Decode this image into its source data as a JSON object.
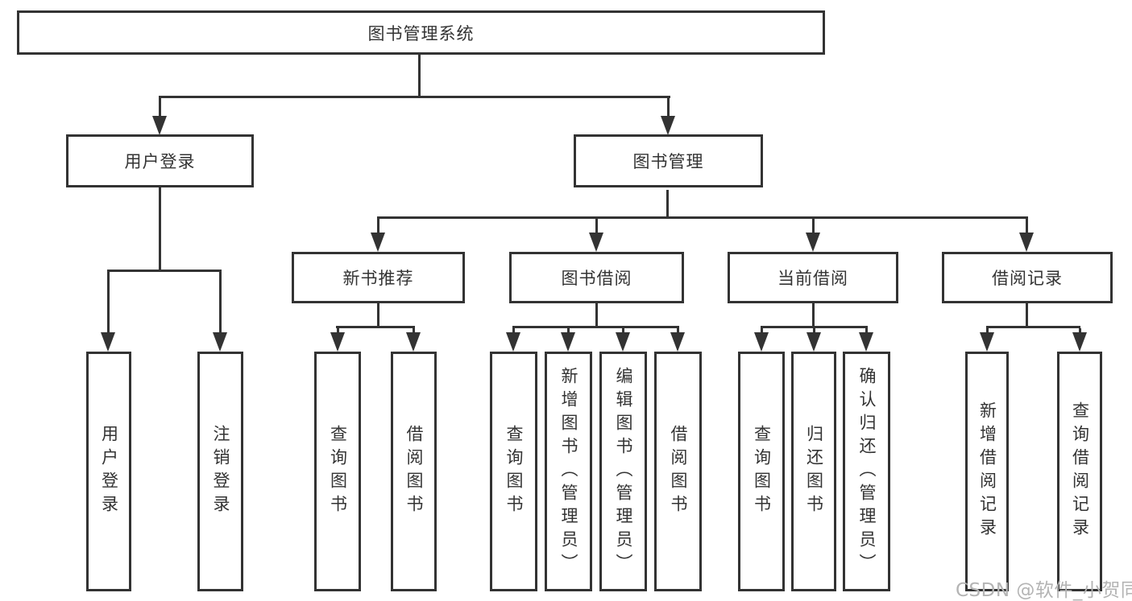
{
  "diagram": {
    "title": "图书管理系统",
    "branches": [
      {
        "label": "用户登录",
        "children": [
          {
            "label": "用户登录"
          },
          {
            "label": "注销登录"
          }
        ]
      },
      {
        "label": "图书管理",
        "children": [
          {
            "label": "新书推荐",
            "children": [
              {
                "label": "查询图书"
              },
              {
                "label": "借阅图书"
              }
            ]
          },
          {
            "label": "图书借阅",
            "children": [
              {
                "label": "查询图书"
              },
              {
                "label": "新增图书（管理员）"
              },
              {
                "label": "编辑图书（管理员）"
              },
              {
                "label": "借阅图书"
              }
            ]
          },
          {
            "label": "当前借阅",
            "children": [
              {
                "label": "查询图书"
              },
              {
                "label": "归还图书"
              },
              {
                "label": "确认归还（管理员）"
              }
            ]
          },
          {
            "label": "借阅记录",
            "children": [
              {
                "label": "新增借阅记录"
              },
              {
                "label": "查询借阅记录"
              }
            ]
          }
        ]
      }
    ],
    "colors": {
      "line": "#333333",
      "text": "#333333",
      "background": "#ffffff",
      "watermark": "#b4b4b4"
    }
  },
  "watermark": {
    "text": "CSDN @软件_小贺同学"
  }
}
